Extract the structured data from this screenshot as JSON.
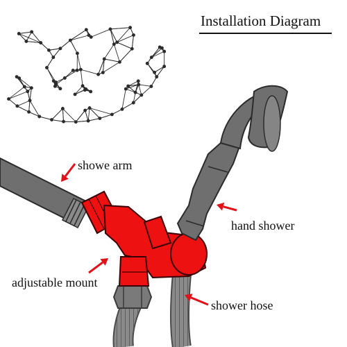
{
  "diagram": {
    "title": "Installation Diagram",
    "labels": {
      "shower_arm": "showe arm",
      "hand_shower": "hand shower",
      "adjustable_mount": "adjustable mount",
      "shower_hose": "shower hose"
    },
    "colors": {
      "mount": "#ee1111",
      "metal": "#6f6f6f",
      "arrow": "#e0131b",
      "mesh": "#2c2c2c",
      "text": "#111111"
    }
  }
}
